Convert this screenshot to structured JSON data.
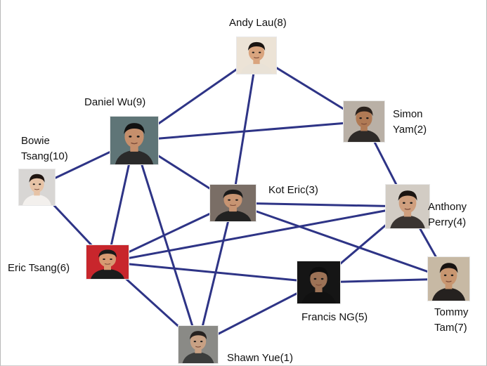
{
  "nodes": [
    {
      "id": "andy",
      "name": "Andy Lau(8)",
      "icon": "portrait-photo",
      "colors": {
        "bg": "#ece3d6",
        "skin": "#d9a47e",
        "hair": "#1a1411",
        "clothes": "#e9e2d7"
      }
    },
    {
      "id": "simon",
      "name": "Simon Yam(2)",
      "icon": "portrait-photo",
      "colors": {
        "bg": "#b9b0a6",
        "skin": "#b07a55",
        "hair": "#2a211c",
        "clothes": "#2e2a28"
      }
    },
    {
      "id": "daniel",
      "name": "Daniel Wu(9)",
      "icon": "portrait-photo",
      "colors": {
        "bg": "#5f7577",
        "skin": "#c58f6c",
        "hair": "#121212",
        "clothes": "#2a2a2a"
      }
    },
    {
      "id": "bowie",
      "name": "Bowie Tsang(10)",
      "icon": "portrait-photo",
      "colors": {
        "bg": "#d8d6d4",
        "skin": "#e7c3a6",
        "hair": "#1e1410",
        "clothes": "#f3f0ed"
      }
    },
    {
      "id": "kot",
      "name": "Kot Eric(3)",
      "icon": "portrait-photo",
      "colors": {
        "bg": "#7a6e66",
        "skin": "#c79472",
        "hair": "#1a1a1a",
        "clothes": "#222222"
      }
    },
    {
      "id": "anthony",
      "name": "Anthony Perry(4)",
      "icon": "portrait-photo",
      "colors": {
        "bg": "#d2ccc4",
        "skin": "#cf9f7e",
        "hair": "#1b1512",
        "clothes": "#3a3431"
      }
    },
    {
      "id": "ericts",
      "name": "Eric Tsang(6)",
      "icon": "portrait-photo",
      "colors": {
        "bg": "#c8262c",
        "skin": "#d79a72",
        "hair": "#1a1a1a",
        "clothes": "#1c1c1c"
      }
    },
    {
      "id": "francis",
      "name": "Francis NG(5)",
      "icon": "portrait-photo",
      "colors": {
        "bg": "#151515",
        "skin": "#9c7256",
        "hair": "#0d0d0d",
        "clothes": "#111111"
      }
    },
    {
      "id": "tommy",
      "name": "Tommy Tam(7)",
      "icon": "portrait-photo",
      "colors": {
        "bg": "#c7b9a4",
        "skin": "#c89670",
        "hair": "#171311",
        "clothes": "#25211f"
      }
    },
    {
      "id": "shawn",
      "name": "Shawn Yue(1)",
      "icon": "portrait-photo",
      "colors": {
        "bg": "#8a8a86",
        "skin": "#c8a184",
        "hair": "#262220",
        "clothes": "#3b3d3c"
      }
    }
  ],
  "edges": [
    [
      "andy",
      "daniel"
    ],
    [
      "andy",
      "simon"
    ],
    [
      "andy",
      "kot"
    ],
    [
      "daniel",
      "simon"
    ],
    [
      "daniel",
      "bowie"
    ],
    [
      "daniel",
      "kot"
    ],
    [
      "daniel",
      "ericts"
    ],
    [
      "daniel",
      "shawn"
    ],
    [
      "simon",
      "anthony"
    ],
    [
      "bowie",
      "ericts"
    ],
    [
      "kot",
      "anthony"
    ],
    [
      "kot",
      "tommy"
    ],
    [
      "kot",
      "ericts"
    ],
    [
      "kot",
      "shawn"
    ],
    [
      "anthony",
      "ericts"
    ],
    [
      "anthony",
      "francis"
    ],
    [
      "anthony",
      "tommy"
    ],
    [
      "ericts",
      "francis"
    ],
    [
      "ericts",
      "shawn"
    ],
    [
      "francis",
      "tommy"
    ],
    [
      "francis",
      "shawn"
    ]
  ],
  "edge_color": "#2e3486"
}
